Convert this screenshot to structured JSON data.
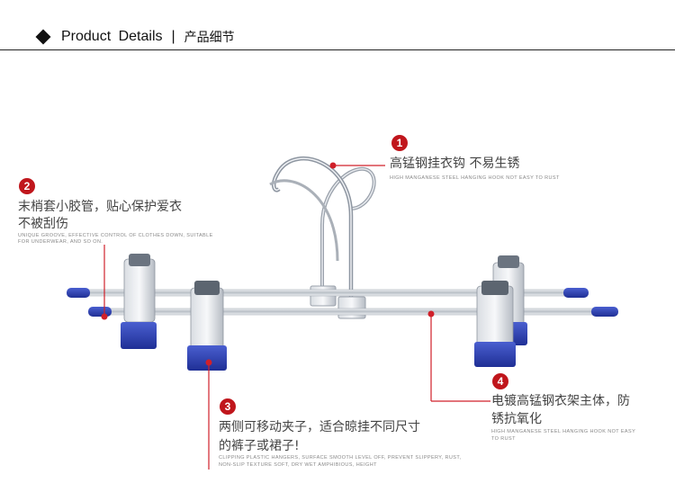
{
  "header": {
    "title": "Product  Details",
    "separator": "|",
    "title_cn": "产品细节"
  },
  "callouts": [
    {
      "number": "1",
      "title_cn": "高锰钢挂衣钩  不易生锈",
      "subtitle_en": "HIGH MANGANESE STEEL HANGING HOOK NOT EASY TO RUST"
    },
    {
      "number": "2",
      "title_cn_line1": "末梢套小胶管，贴心保护爱衣",
      "title_cn_line2": "不被刮伤",
      "subtitle_en_line1": "UNIQUE GROOVE, EFFECTIVE CONTROL OF CLOTHES DOWN, SUITABLE",
      "subtitle_en_line2": "FOR UNDERWEAR, AND SO ON."
    },
    {
      "number": "3",
      "title_cn_line1": "两侧可移动夹子，适合晾挂不同尺寸",
      "title_cn_line2": "的裤子或裙子!",
      "subtitle_en_line1": "CLIPPING PLASTIC HANGERS, SURFACE SMOOTH LEVEL OFF, PREVENT SLIPPERY, RUST,",
      "subtitle_en_line2": "NON-SLIP TEXTURE SOFT, DRY WET AMPHIBIOUS, HEIGHT"
    },
    {
      "number": "4",
      "title_cn_line1": "电镀高锰钢衣架主体，防",
      "title_cn_line2": "锈抗氧化",
      "subtitle_en_line1": "HIGH MANGANESE STEEL HANGING HOOK NOT EASY",
      "subtitle_en_line2": "TO RUST"
    }
  ],
  "colors": {
    "accent_red": "#c0161c",
    "clip_blue": "#2a3fb0",
    "chrome": "#c9cdd3"
  }
}
